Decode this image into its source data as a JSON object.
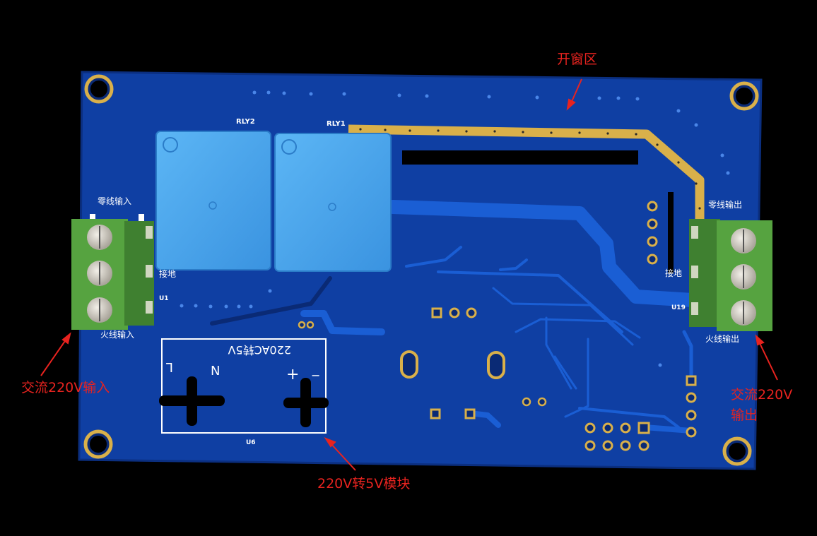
{
  "labels": {
    "rly2": "RLY2",
    "rly1": "RLY1",
    "u1": "U1",
    "u19": "U19",
    "u6": "U6",
    "zero_in": "零线输入",
    "fire_in": "火线输入",
    "ground_left": "接地",
    "zero_out": "零线输出",
    "fire_out": "火线输出",
    "ground_right": "接地",
    "module_title": "220AC转5V",
    "mark_l": "L",
    "mark_n": "N",
    "mark_plus": "+",
    "mark_minus": "−"
  },
  "annotations": {
    "window_area": "开窗区",
    "ac_input": "交流220V输入",
    "ac_output_line1": "交流220V",
    "ac_output_line2": "输出",
    "module": "220V转5V模块"
  },
  "colors": {
    "background": "#000000",
    "board": "#0f3fa3",
    "trace": "#1a5ed4",
    "relay": "#4aa7f0",
    "terminal": "#4f9a3c",
    "exposed_copper": "#d9b04a",
    "annotation": "#e8231f",
    "silkscreen": "#ffffff"
  }
}
